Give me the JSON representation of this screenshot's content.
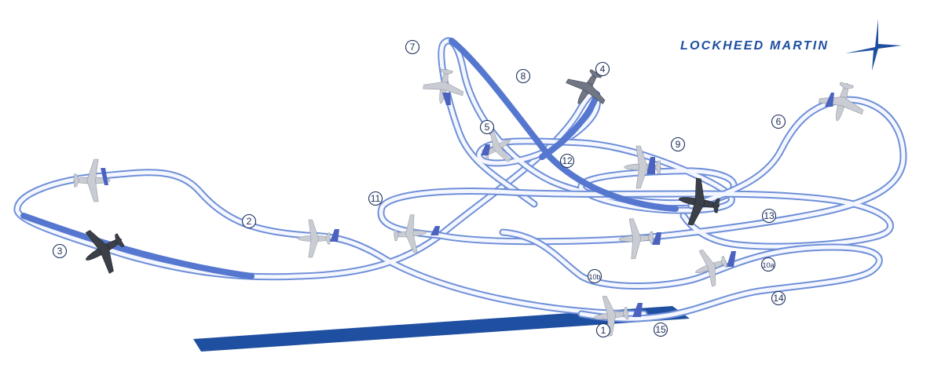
{
  "logo": {
    "text": "LOCKHEED MARTIN",
    "color": "#1f4fa0"
  },
  "colors": {
    "ribbon_edge": "#6f8fd8",
    "ribbon_fill": "#f4f7ff",
    "ribbon_solid": "#5677cf",
    "runway": "#1f4fa0",
    "aircraft_light": "#c9ccd3",
    "aircraft_dark": "#3b3f47",
    "tail_blue": "#4b63bf",
    "marker_stroke": "#1a2c5a"
  },
  "markers": [
    {
      "id": "1",
      "label": "1"
    },
    {
      "id": "2",
      "label": "2"
    },
    {
      "id": "3",
      "label": "3"
    },
    {
      "id": "4",
      "label": "4"
    },
    {
      "id": "5",
      "label": "5"
    },
    {
      "id": "6",
      "label": "6"
    },
    {
      "id": "7",
      "label": "7"
    },
    {
      "id": "8",
      "label": "8"
    },
    {
      "id": "9",
      "label": "9"
    },
    {
      "id": "10a",
      "label": "10a"
    },
    {
      "id": "10b",
      "label": "10b"
    },
    {
      "id": "11",
      "label": "11"
    },
    {
      "id": "12",
      "label": "12"
    },
    {
      "id": "13",
      "label": "13"
    },
    {
      "id": "14",
      "label": "14"
    },
    {
      "id": "15",
      "label": "15"
    }
  ],
  "icons": [
    "aircraft-icon",
    "lockheed-martin-star-icon",
    "runway-strip"
  ]
}
